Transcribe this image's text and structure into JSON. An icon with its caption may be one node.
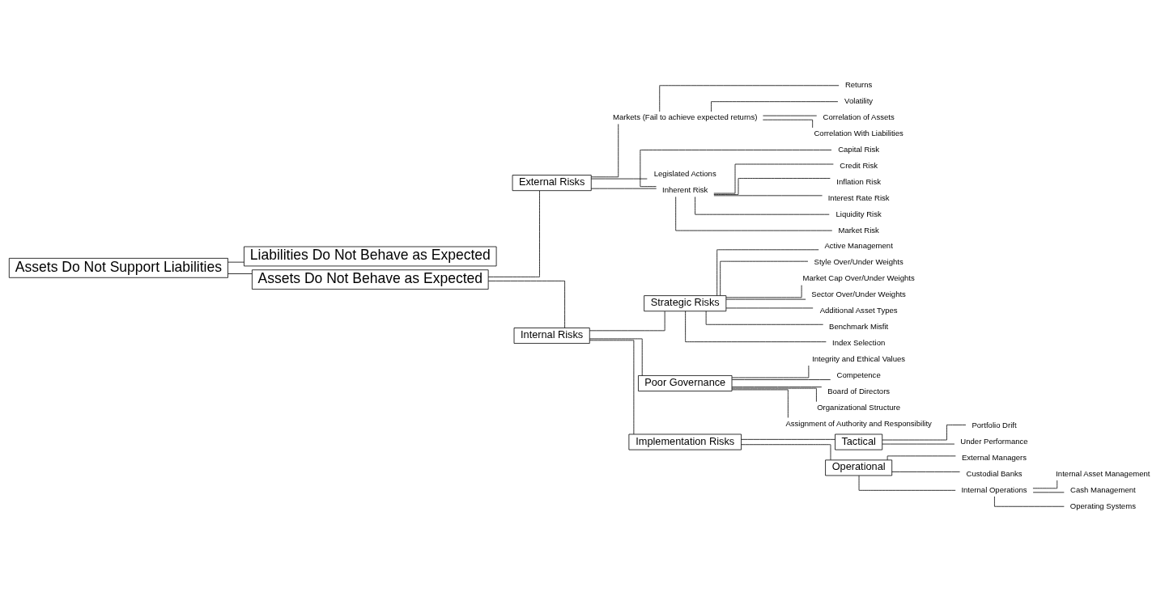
{
  "diagram": {
    "nodes": [
      {
        "text": [
          "Assets Do Not Support Liabilities"
        ]
      },
      {
        "text": [
          "Liabilities Do Not Behave as Expected"
        ]
      },
      {
        "text": [
          "Assets Do Not Behave as Expected"
        ]
      },
      {
        "text": [
          "External Risks"
        ]
      },
      {
        "text": [
          "Internal Risks"
        ]
      },
      {
        "text": [
          "Strategic Risks"
        ]
      },
      {
        "text": [
          "Poor Governance"
        ]
      },
      {
        "text": [
          "Implementation Risks"
        ]
      },
      {
        "text": [
          "Tactical"
        ]
      },
      {
        "text": [
          "Operational"
        ]
      },
      {
        "text": [
          "Markets (Fail to achieve expected returns)"
        ]
      },
      {
        "text": [
          "Returns"
        ]
      },
      {
        "text": [
          "Volatility"
        ]
      },
      {
        "text": [
          "Correlation of Assets"
        ]
      },
      {
        "text": [
          "Correlation With Liabilities"
        ]
      },
      {
        "text": [
          "Legislated Actions"
        ]
      },
      {
        "text": [
          "Inherent Risk"
        ]
      },
      {
        "text": [
          "Capital Risk"
        ]
      },
      {
        "text": [
          "Credit Risk"
        ]
      },
      {
        "text": [
          "Inflation Risk"
        ]
      },
      {
        "text": [
          "Interest Rate Risk"
        ]
      },
      {
        "text": [
          "Liquidity Risk"
        ]
      },
      {
        "text": [
          "Market Risk"
        ]
      },
      {
        "text": [
          "Active Management"
        ]
      },
      {
        "text": [
          "Style Over/Under Weights"
        ]
      },
      {
        "text": [
          "Market Cap Over/Under Weights"
        ]
      },
      {
        "text": [
          "Sector Over/Under Weights"
        ]
      },
      {
        "text": [
          "Additional Asset Types"
        ]
      },
      {
        "text": [
          "Benchmark Misfit"
        ]
      },
      {
        "text": [
          "Index Selection"
        ]
      },
      {
        "text": [
          "Integrity and Ethical Values"
        ]
      },
      {
        "text": [
          "Competence"
        ]
      },
      {
        "text": [
          "Board of Directors"
        ]
      },
      {
        "text": [
          "Organizational Structure"
        ]
      },
      {
        "text": [
          "Assignment of Authority and Responsibility"
        ]
      },
      {
        "text": [
          "Portfolio Drift"
        ]
      },
      {
        "text": [
          "Under Performance"
        ]
      },
      {
        "text": [
          "External Managers"
        ]
      },
      {
        "text": [
          "Custodial Banks"
        ]
      },
      {
        "text": [
          "Internal Operations"
        ]
      },
      {
        "text": [
          "Internal Asset Management"
        ]
      },
      {
        "text": [
          "Cash Management"
        ]
      },
      {
        "text": [
          "Operating Systems"
        ]
      }
    ],
    "edges": [
      {
        "from": 0,
        "to": 1,
        "arrow": "none"
      },
      {
        "from": 0,
        "to": 2,
        "arrow": "none"
      },
      {
        "from": 2,
        "to": 3,
        "arrow": "none"
      },
      {
        "from": 2,
        "to": 4,
        "arrow": "none"
      },
      {
        "from": 4,
        "to": 5,
        "arrow": "none"
      },
      {
        "from": 4,
        "to": 6,
        "arrow": "none"
      },
      {
        "from": 4,
        "to": 7,
        "arrow": "none"
      },
      {
        "from": 7,
        "to": 8,
        "arrow": "none"
      },
      {
        "from": 7,
        "to": 9,
        "arrow": "none"
      },
      {
        "from": 3,
        "to": 10,
        "arrow": "none"
      },
      {
        "from": 10,
        "to": 11,
        "arrow": "none"
      },
      {
        "from": 10,
        "to": 12,
        "arrow": "none"
      },
      {
        "from": 10,
        "to": 13,
        "arrow": "none"
      },
      {
        "from": 10,
        "to": 14,
        "arrow": "none"
      },
      {
        "from": 3,
        "to": 15,
        "arrow": "none"
      },
      {
        "from": 3,
        "to": 16,
        "arrow": "none"
      },
      {
        "from": 16,
        "to": 17,
        "arrow": "none"
      },
      {
        "from": 16,
        "to": 18,
        "arrow": "none"
      },
      {
        "from": 16,
        "to": 19,
        "arrow": "none"
      },
      {
        "from": 16,
        "to": 20,
        "arrow": "none"
      },
      {
        "from": 16,
        "to": 21,
        "arrow": "none"
      },
      {
        "from": 16,
        "to": 22,
        "arrow": "none"
      },
      {
        "from": 5,
        "to": 23,
        "arrow": "none"
      },
      {
        "from": 5,
        "to": 24,
        "arrow": "none"
      },
      {
        "from": 5,
        "to": 25,
        "arrow": "none"
      },
      {
        "from": 5,
        "to": 26,
        "arrow": "none"
      },
      {
        "from": 5,
        "to": 27,
        "arrow": "none"
      },
      {
        "from": 5,
        "to": 28,
        "arrow": "none"
      },
      {
        "from": 5,
        "to": 29,
        "arrow": "none"
      },
      {
        "from": 6,
        "to": 30,
        "arrow": "none"
      },
      {
        "from": 6,
        "to": 31,
        "arrow": "none"
      },
      {
        "from": 6,
        "to": 32,
        "arrow": "none"
      },
      {
        "from": 6,
        "to": 33,
        "arrow": "none"
      },
      {
        "from": 6,
        "to": 34,
        "arrow": "none"
      },
      {
        "from": 8,
        "to": 35,
        "arrow": "none"
      },
      {
        "from": 8,
        "to": 36,
        "arrow": "none"
      },
      {
        "from": 9,
        "to": 37,
        "arrow": "none"
      },
      {
        "from": 9,
        "to": 38,
        "arrow": "none"
      },
      {
        "from": 9,
        "to": 39,
        "arrow": "none"
      },
      {
        "from": 39,
        "to": 40,
        "arrow": "none"
      },
      {
        "from": 39,
        "to": 41,
        "arrow": "none"
      },
      {
        "from": 39,
        "to": 42,
        "arrow": "none"
      }
    ]
  }
}
